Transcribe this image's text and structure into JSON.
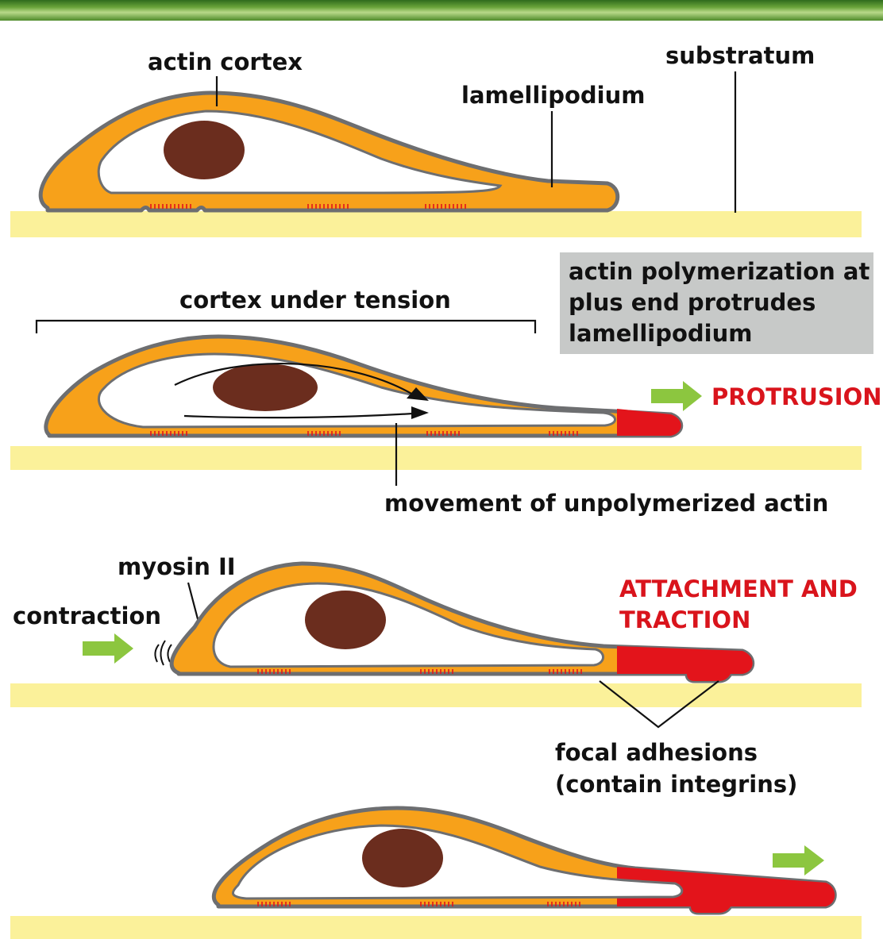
{
  "labels": {
    "actin_cortex": "actin cortex",
    "substratum": "substratum",
    "lamellipodium": "lamellipodium",
    "cortex_under_tension": "cortex under tension",
    "note_line1": "actin polymerization at",
    "note_line2": "plus end protrudes",
    "note_line3": "lamellipodium",
    "protrusion": "PROTRUSION",
    "movement": "movement of unpolymerized actin",
    "myosin": "myosin II",
    "contraction": "contraction",
    "attach_line1": "ATTACHMENT AND",
    "attach_line2": "TRACTION",
    "focal_line1": "focal adhesions",
    "focal_line2": "(contain integrins)"
  },
  "colors": {
    "cortex": "#f7a11a",
    "outline": "#6d6e70",
    "nucleus": "#6b2d1e",
    "active_actin": "#e3141b",
    "substratum": "#fbf19a",
    "arrow": "#8cc63f",
    "red_text": "#d9141c",
    "note_box": "#c7c9c8",
    "top_band": "#4f8a2b"
  }
}
